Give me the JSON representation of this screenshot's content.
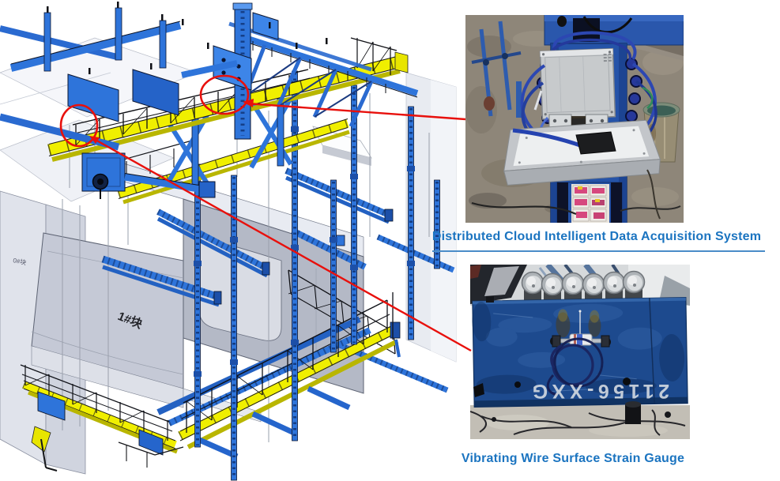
{
  "captions": {
    "daq": "Distributed Cloud Intelligent Data Acquisition System",
    "gauge": "Vibrating Wire Surface Strain Gauge"
  },
  "cad": {
    "segment_front_label": "1#块",
    "segment_far_label": "0#块"
  },
  "photos": {
    "gauge_plate_stencil": "21156-XXG"
  },
  "colors": {
    "caption_text": "#1b74c0",
    "caption_underline": "#4a8cc8",
    "callout_red": "#e8100c",
    "cad_steel_blue": "#2e74da",
    "cad_rail_yellow": "#f0ef00",
    "cad_concrete_gray": "#c5c9d6",
    "photo_steel_blue": "#2553a8",
    "gauge_plate_blue": "#1d4a8e"
  }
}
